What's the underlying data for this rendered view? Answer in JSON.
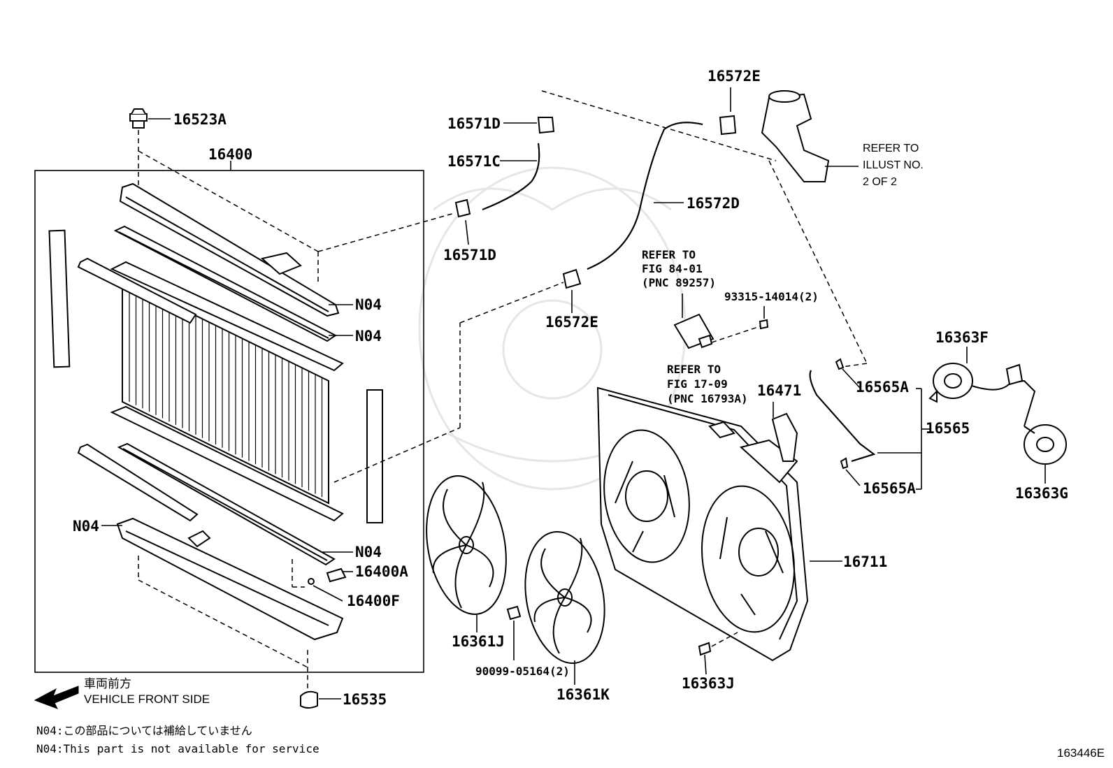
{
  "diagram": {
    "labels": {
      "p16523A": "16523A",
      "p16400": "16400",
      "n04_a": "N04",
      "n04_b": "N04",
      "n04_c": "N04",
      "n04_d": "N04",
      "p16400A": "16400A",
      "p16400F": "16400F",
      "p16535": "16535",
      "p16571D_top": "16571D",
      "p16571C": "16571C",
      "p16571D_bot": "16571D",
      "p16572E_top": "16572E",
      "p16572D": "16572D",
      "p16572E_bot": "16572E",
      "p93315": "93315-14014(2)",
      "p16471": "16471",
      "p16565A_top": "16565A",
      "p16565": "16565",
      "p16565A_bot": "16565A",
      "p16363F": "16363F",
      "p16363G": "16363G",
      "p16711": "16711",
      "p16361J": "16361J",
      "p90099": "90099-05164(2)",
      "p16361K": "16361K",
      "p16363J": "16363J"
    },
    "refs": {
      "illust_line1": "REFER TO",
      "illust_line2": "ILLUST NO.",
      "illust_line3": "2 OF 2",
      "fig84_line1": "REFER TO",
      "fig84_line2": "FIG 84-01",
      "fig84_line3": "(PNC 89257)",
      "fig17_line1": "REFER TO",
      "fig17_line2": "FIG 17-09",
      "fig17_line3": "(PNC 16793A)"
    },
    "direction": {
      "jp": "車両前方",
      "en": "VEHICLE FRONT SIDE"
    },
    "notes": {
      "jp": "N04:この部品については補給していません",
      "en": "N04:This part is not available for service"
    },
    "figure_id": "163446E"
  }
}
